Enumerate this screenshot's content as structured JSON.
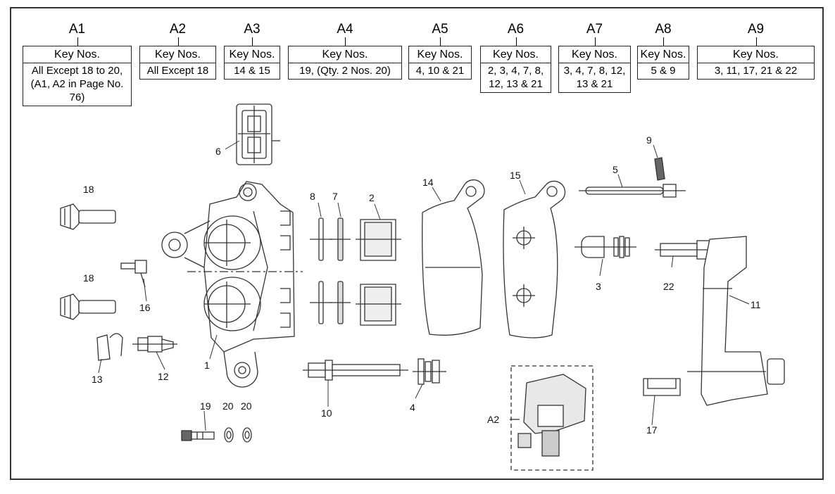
{
  "kits": [
    {
      "code": "A1",
      "header": "Key Nos.",
      "parts": "All Except 18 to 20, (A1, A2 in Page No. 76)"
    },
    {
      "code": "A2",
      "header": "Key Nos.",
      "parts": "All Except 18"
    },
    {
      "code": "A3",
      "header": "Key Nos.",
      "parts": "14 & 15"
    },
    {
      "code": "A4",
      "header": "Key Nos.",
      "parts": "19, (Qty. 2 Nos. 20)"
    },
    {
      "code": "A5",
      "header": "Key Nos.",
      "parts": "4, 10 & 21"
    },
    {
      "code": "A6",
      "header": "Key Nos.",
      "parts": "2, 3, 4, 7, 8, 12, 13 & 21"
    },
    {
      "code": "A7",
      "header": "Key Nos.",
      "parts": "3, 4, 7, 8, 12, 13 & 21"
    },
    {
      "code": "A8",
      "header": "Key Nos.",
      "parts": "5 & 9"
    },
    {
      "code": "A9",
      "header": "Key Nos.",
      "parts": "3, 11, 17, 21 & 22"
    }
  ],
  "part_labels": {
    "p1": "1",
    "p2": "2",
    "p3": "3",
    "p4": "4",
    "p5": "5",
    "p6": "6",
    "p7": "7",
    "p8": "8",
    "p9": "9",
    "p10": "10",
    "p11": "11",
    "p12": "12",
    "p13": "13",
    "p14": "14",
    "p15": "15",
    "p16": "16",
    "p17": "17",
    "p18a": "18",
    "p18b": "18",
    "p19": "19",
    "p20a": "20",
    "p20b": "20",
    "p22": "22",
    "a2": "A2"
  }
}
